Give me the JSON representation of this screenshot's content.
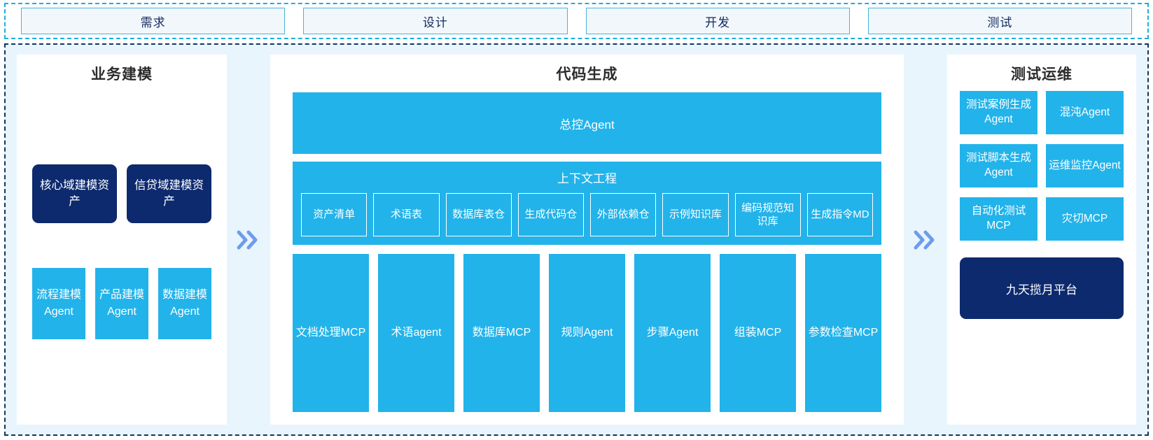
{
  "phases": {
    "items": [
      {
        "label": "需求"
      },
      {
        "label": "设计"
      },
      {
        "label": "开发"
      },
      {
        "label": "测试"
      }
    ]
  },
  "colors": {
    "accent_cyan": "#22b3ea",
    "navy": "#0d2a6e",
    "panel_bg": "#e9f5fd",
    "arrow": "#6d9cee",
    "phase_border": "#4ab3d8",
    "phase_fill": "#f2f7fb"
  },
  "separators": {
    "arrow_glyph": "»",
    "left_arrow_name": "chevron-double-right-icon",
    "right_arrow_name": "chevron-double-right-icon"
  },
  "panels": {
    "left": {
      "title": "业务建模",
      "assets": [
        {
          "label": "核心域建模资产"
        },
        {
          "label": "信贷域建模资产"
        }
      ],
      "agents": [
        {
          "label": "流程建模Agent"
        },
        {
          "label": "产品建模Agent"
        },
        {
          "label": "数据建模Agent"
        }
      ]
    },
    "center": {
      "title": "代码生成",
      "master_agent": "总控Agent",
      "context": {
        "title": "上下文工程",
        "items": [
          {
            "label": "资产清单"
          },
          {
            "label": "术语表"
          },
          {
            "label": "数据库表仓"
          },
          {
            "label": "生成代码仓"
          },
          {
            "label": "外部依赖仓"
          },
          {
            "label": "示例知识库"
          },
          {
            "label": "编码规范知识库"
          },
          {
            "label": "生成指令MD"
          }
        ]
      },
      "tools": [
        {
          "label": "文档处理MCP"
        },
        {
          "label": "术语agent"
        },
        {
          "label": "数据库MCP"
        },
        {
          "label": "规则Agent"
        },
        {
          "label": "步骤Agent"
        },
        {
          "label": "组装MCP"
        },
        {
          "label": "参数检查MCP"
        }
      ]
    },
    "right": {
      "title": "测试运维",
      "boxes": [
        {
          "label": "测试案例生成Agent"
        },
        {
          "label": "混沌Agent"
        },
        {
          "label": "测试脚本生成Agent"
        },
        {
          "label": "运维监控Agent"
        },
        {
          "label": "自动化测试MCP"
        },
        {
          "label": "灾切MCP"
        }
      ],
      "platform": "九天揽月平台"
    }
  }
}
